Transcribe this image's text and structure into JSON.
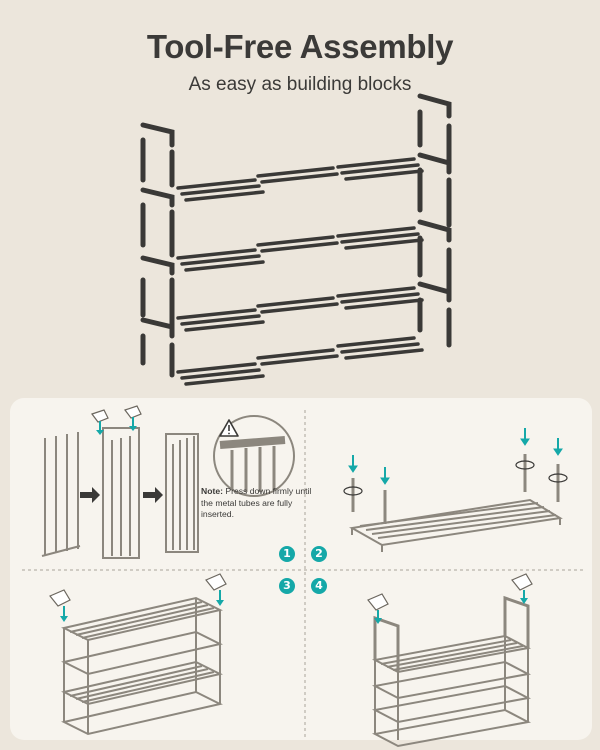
{
  "header": {
    "title": "Tool-Free Assembly",
    "subtitle": "As easy as building blocks"
  },
  "instructions": {
    "note_label": "Note:",
    "note_text": " Press down firmly until the metal tubes are fully inserted.",
    "steps": [
      "1",
      "2",
      "3",
      "4"
    ]
  },
  "colors": {
    "background": "#ece6dc",
    "panel": "#f7f4ee",
    "accent": "#15a8a8",
    "frame": "#3a3937"
  },
  "icons": {
    "warning": "warning-triangle-icon",
    "hand": "hand-press-icon",
    "rotate": "rotate-arrow-icon",
    "arrow": "right-arrow-icon"
  }
}
